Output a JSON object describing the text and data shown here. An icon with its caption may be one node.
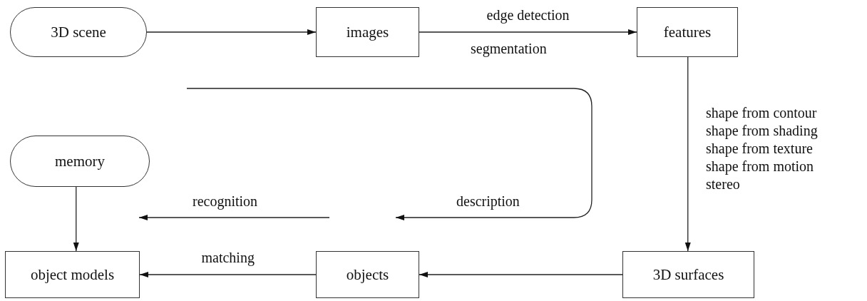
{
  "diagram": {
    "nodes": [
      {
        "text": [
          "3D scene"
        ]
      },
      {
        "text": [
          "images"
        ]
      },
      {
        "text": [
          "features"
        ]
      },
      {
        "text": [
          "memory"
        ]
      },
      {
        "text": [
          "object models"
        ]
      },
      {
        "text": [
          "objects"
        ]
      },
      {
        "text": [
          "3D surfaces"
        ]
      }
    ],
    "edges": [
      {
        "from": 0,
        "to": 1,
        "arrow": "to"
      },
      {
        "from": 1,
        "to": 2,
        "arrow": "to",
        "label": "edge detection"
      },
      {
        "from": 2,
        "to": 6,
        "arrow": "to"
      },
      {
        "from": 6,
        "to": 5,
        "arrow": "to"
      },
      {
        "from": 5,
        "to": 4,
        "arrow": "to",
        "label": "matching"
      },
      {
        "from": 3,
        "to": 4,
        "arrow": "to"
      }
    ],
    "labels": [
      "segmentation",
      "shape from contour",
      "shape from shading",
      "shape from texture",
      "shape from motion",
      "stereo",
      "recognition",
      "description"
    ]
  }
}
